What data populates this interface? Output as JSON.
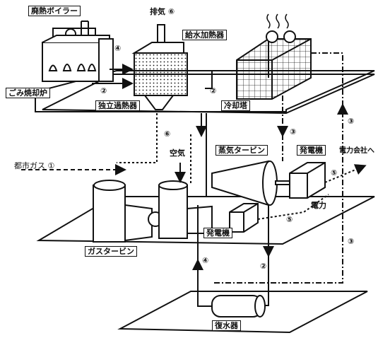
{
  "labels": {
    "waste_boiler": "廃熱ボイラー",
    "incinerator": "ごみ焼却炉",
    "exhaust": "排気 ⑥",
    "feedwater_heater": "給水加熱器",
    "superheater": "独立過熱器",
    "cooling_tower": "冷却塔",
    "city_gas": "都市ガス ①",
    "air": "空気",
    "steam_turbine": "蒸気タービン",
    "generator_upper": "発電機",
    "power_company": "電力会社へ",
    "power": "電力",
    "generator_lower": "発電機",
    "gas_turbine": "ガスタービン",
    "condenser": "復水器"
  },
  "flow_markers": {
    "m4_top": "④",
    "m2_left": "②",
    "m2_mid": "②",
    "m6_mid": "⑥",
    "m3_mid": "③",
    "m3_right": "③",
    "m5_upper": "⑤",
    "m5_lower": "⑤",
    "m3_low": "③",
    "m2_low": "②",
    "m4_low": "④"
  },
  "colors": {
    "ink": "#111111",
    "paper": "#ffffff"
  }
}
